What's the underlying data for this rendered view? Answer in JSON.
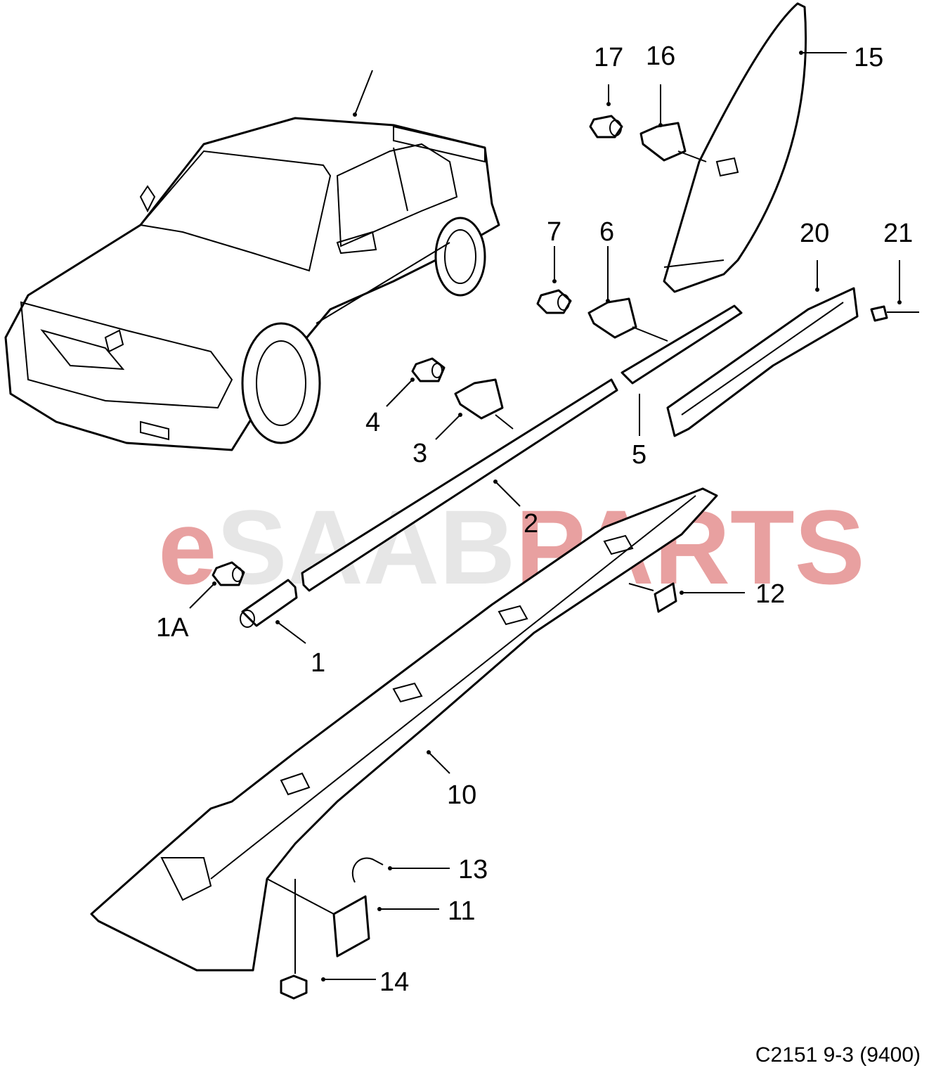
{
  "watermark": {
    "prefix": "e",
    "middle": "SAAB",
    "suffix": "PARTS",
    "prefix_color": "#e8a0a0",
    "middle_color": "#e6e6e6",
    "suffix_color": "#e8a0a0"
  },
  "caption": "C2151 9-3 (9400)",
  "callouts": {
    "c1": "1",
    "c1a": "1A",
    "c2": "2",
    "c3": "3",
    "c4": "4",
    "c5": "5",
    "c6": "6",
    "c7": "7",
    "c10": "10",
    "c11": "11",
    "c12": "12",
    "c13": "13",
    "c14": "14",
    "c15": "15",
    "c16": "16",
    "c17": "17",
    "c20": "20",
    "c21": "21"
  }
}
